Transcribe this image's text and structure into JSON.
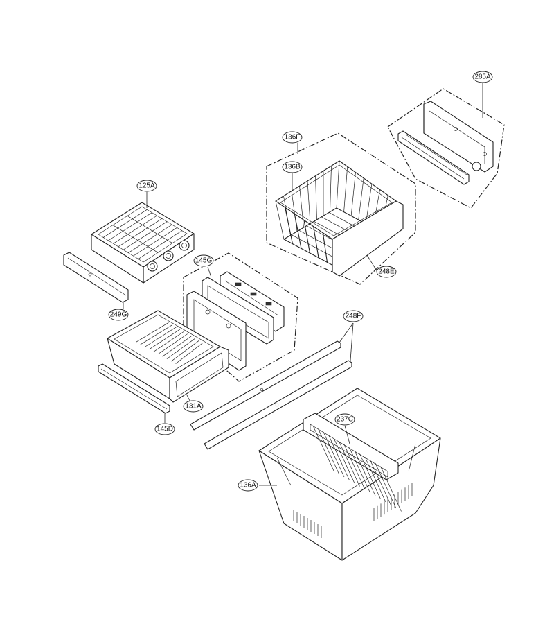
{
  "callouts": {
    "c285A": "285A",
    "c136F": "136F",
    "c136B": "136B",
    "c248E": "248E",
    "c125A": "125A",
    "c145G": "145G",
    "c249G": "249G",
    "c248F": "248F",
    "c131A": "131A",
    "c145D": "145D",
    "c237C": "237C",
    "c136A": "136A"
  }
}
